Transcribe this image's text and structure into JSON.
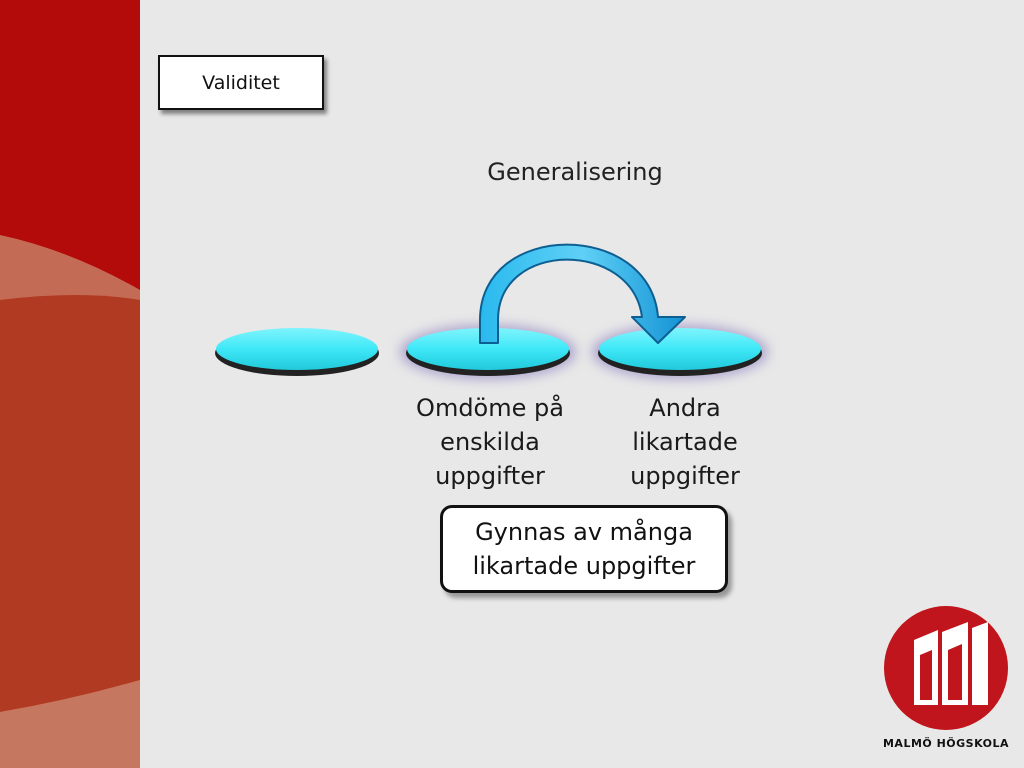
{
  "slide": {
    "title": "Validitet",
    "heading": "Generalisering",
    "label_1": {
      "line1": "Omdöme på",
      "line2": "enskilda",
      "line3": "uppgifter"
    },
    "label_2": {
      "line1": "Andra",
      "line2": "likartade",
      "line3": "uppgifter"
    },
    "callout": {
      "line1": "Gynnas av många",
      "line2": "likartade uppgifter"
    }
  },
  "logo": {
    "name": "MALMÖ HÖGSKOLA"
  },
  "colors": {
    "sidebar_dark": "#b30a0a",
    "sidebar_mid": "#b03a22",
    "sidebar_light": "#c6775f",
    "disc": "#3ee8f7",
    "arrow": "#1aa7e0",
    "logo_red": "#c0151c"
  }
}
